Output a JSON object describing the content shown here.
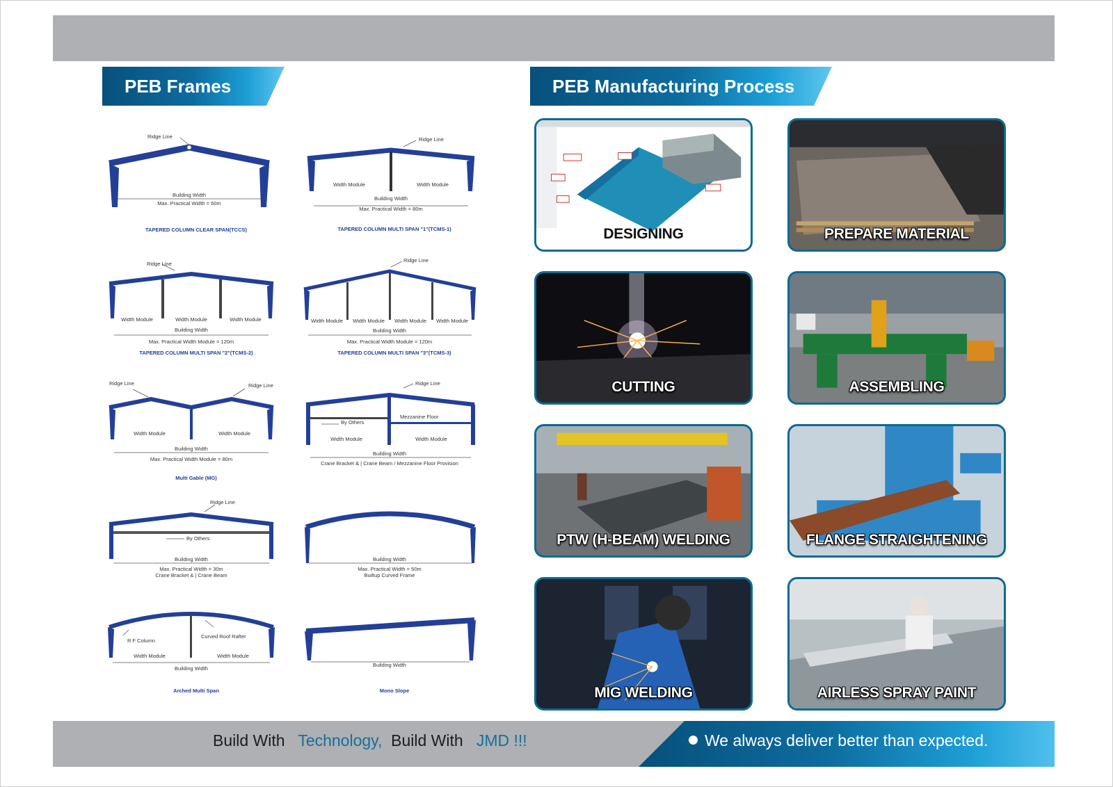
{
  "sections": {
    "frames_title": "PEB Frames",
    "process_title": "PEB Manufacturing Process"
  },
  "frames": [
    {
      "caption": "TAPERED COLUMN CLEAR SPAN(TCCS)",
      "labels": [
        "Ridge Line",
        "Building Width",
        "Max. Practical Width = 60m"
      ]
    },
    {
      "caption": "TAPERED COLUMN MULTI SPAN \"1\"(TCMS-1)",
      "labels": [
        "Ridge Line",
        "Width Module",
        "Width Module",
        "Building Width",
        "Max. Practical Width = 80m"
      ]
    },
    {
      "caption": "TAPERED COLUMN MULTI SPAN \"2\"(TCMS-2)",
      "labels": [
        "Ridge Line",
        "Width Module",
        "Width Module",
        "Width Module",
        "Building Width",
        "Max. Practical Width Module = 120m"
      ]
    },
    {
      "caption": "TAPERED COLUMN MULTI SPAN \"3\"(TCMS-3)",
      "labels": [
        "Ridge Line",
        "Width Module",
        "Width Module",
        "Width Module",
        "Width Module",
        "Building Width",
        "Max. Practical Width Module = 120m"
      ]
    },
    {
      "caption": "Multi Gable (MG)",
      "labels": [
        "Ridge Line",
        "Ridge Line",
        "Width Module",
        "Width Module",
        "Building Width",
        "Max. Practical Width Module = 80m"
      ]
    },
    {
      "caption": "",
      "labels": [
        "Ridge Line",
        "By Others",
        "Mezzanine Floor",
        "Width Module",
        "Width Module",
        "Building Width",
        "Crane Bracket & | Crane Beam / Mezzanine Floor Provision"
      ]
    },
    {
      "caption": "",
      "labels": [
        "Ridge Line",
        "By Others",
        "Building Width",
        "Max. Practical Width = 30m",
        "Crane Bracket & | Crane Beam"
      ]
    },
    {
      "caption": "",
      "labels": [
        "Building Width",
        "Max. Practical Width = 50m",
        "Builtup Curved Frame"
      ]
    },
    {
      "caption": "Arched Multi Span",
      "labels": [
        "R F Column",
        "Curved Roof Rafter",
        "Width Module",
        "Width Module",
        "Building Width"
      ]
    },
    {
      "caption": "Mono Slope",
      "labels": [
        "Building Width"
      ]
    }
  ],
  "process": [
    {
      "label": "DESIGNING"
    },
    {
      "label": "PREPARE MATERIAL"
    },
    {
      "label": "CUTTING"
    },
    {
      "label": "ASSEMBLING"
    },
    {
      "label": "PTW (H-BEAM) WELDING"
    },
    {
      "label": "FLANGE STRAIGHTENING"
    },
    {
      "label": "MIG WELDING"
    },
    {
      "label": "AIRLESS SPRAY PAINT"
    }
  ],
  "footer": {
    "part1": "Build With",
    "part2": "Technology,",
    "part3": "Build With",
    "part4": "JMD !!!",
    "tagline": "We always deliver better than expected."
  },
  "colors": {
    "accent_dark": "#07507c",
    "accent_light": "#1d9fd6",
    "frame_blue": "#233f97",
    "band_gray": "#aeb0b3"
  }
}
